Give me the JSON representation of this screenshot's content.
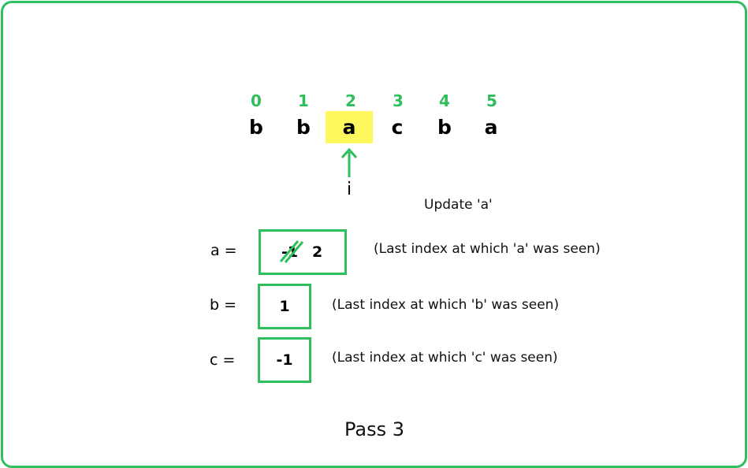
{
  "indices": [
    "0",
    "1",
    "2",
    "3",
    "4",
    "5"
  ],
  "characters": [
    "b",
    "b",
    "a",
    "c",
    "b",
    "a"
  ],
  "pointer_label": "i",
  "highlighted_index": 2,
  "update_note": "Update 'a'",
  "variables": [
    {
      "label": "a =",
      "old_value": "-1",
      "value": "2",
      "note": "(Last index at which 'a' was seen)"
    },
    {
      "label": "b =",
      "value": "1",
      "note": "(Last index at which 'b' was seen)"
    },
    {
      "label": "c =",
      "value": "-1",
      "note": "(Last index at which 'c' was seen)"
    }
  ],
  "caption": "Pass 3",
  "colors": {
    "accent": "#2fbe5c",
    "highlight": "#fff75e"
  }
}
